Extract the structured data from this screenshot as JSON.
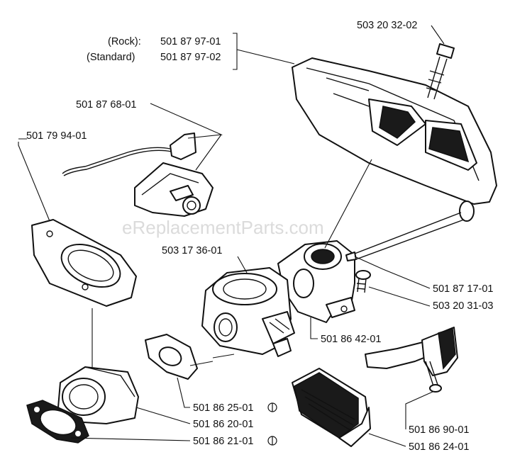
{
  "watermark": "eReplacementParts.com",
  "variants": [
    {
      "label": "(Rock):",
      "part_no": "501 87 97-01"
    },
    {
      "label": "(Standard)",
      "part_no": "501 87 97-02"
    }
  ],
  "part_labels": {
    "p503203202": "503 20 32-02",
    "p501876801": "501 87 68-01",
    "p501799401": "501 79 94-01",
    "p503173601": "503 17 36-01",
    "p501871701": "501 87 17-01",
    "p503203103": "503 20 31-03",
    "p501864201": "501 86 42-01",
    "p501862501": "501 86 25-01",
    "p501862001": "501 86 20-01",
    "p501862101": "501 86 21-01",
    "p501869001": "501 86 90-01",
    "p501862401": "501 86 24-01"
  }
}
